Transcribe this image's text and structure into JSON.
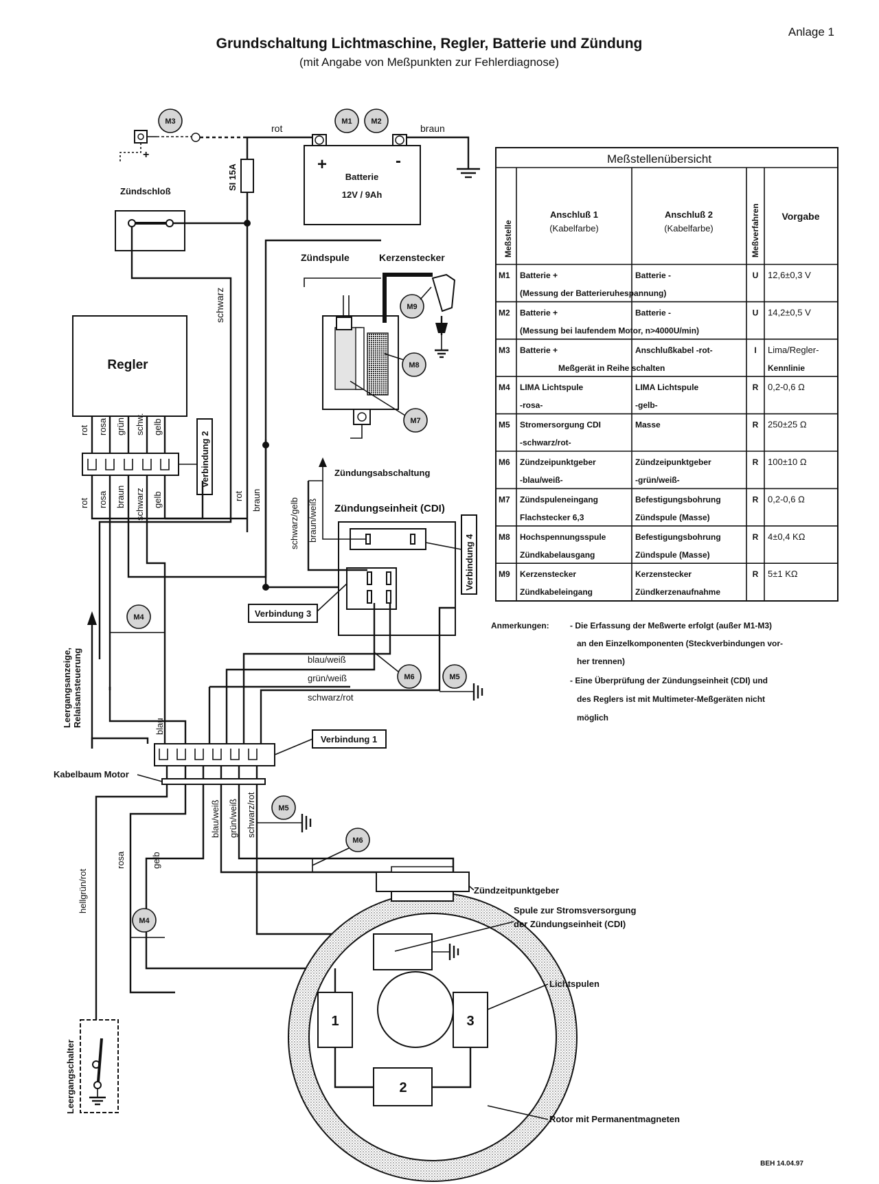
{
  "header": {
    "title": "Grundschaltung Lichtmaschine, Regler, Batterie und Zündung",
    "subtitle": "(mit Angabe von Meßpunkten zur Fehlerdiagnose)",
    "annex": "Anlage 1"
  },
  "components": {
    "battery_plus": "+",
    "battery_minus": "-",
    "battery_name": "Batterie",
    "battery_spec": "12V / 9Ah",
    "fuse": "SI 15A",
    "ignition_lock": "Zündschloß",
    "regulator": "Regler",
    "coil": "Zündspule",
    "plug": "Kerzenstecker",
    "cdi": "Zündungseinheit (CDI)",
    "ignition_off": "Zündungsabschaltung",
    "harness": "Kabelbaum Motor",
    "trigger": "Zündzeitpunktgeber",
    "supply_coil_1": "Spule zur Stromsversorgung",
    "supply_coil_2": "der Zündungseinheit (CDI)",
    "light_coils": "Lichtspulen",
    "rotor": "Rotor mit Permanentmagneten",
    "neutral_switch": "Leergangschalter",
    "neutral_display": "Leergangsanzeige,",
    "relay_control": "Relaisansteuerung",
    "coil_nums": [
      "1",
      "2",
      "3"
    ],
    "ground_plus": "+"
  },
  "connectors": {
    "v1": "Verbindung 1",
    "v2": "Verbindung 2",
    "v3": "Verbindung 3",
    "v4": "Verbindung 4"
  },
  "wires": {
    "rot": "rot",
    "braun": "braun",
    "schwarz": "schwarz",
    "reg_top": [
      "rot",
      "rosa",
      "grün",
      "schw.",
      "gelb"
    ],
    "reg_bottom": [
      "rot",
      "rosa",
      "braun",
      "schwarz",
      "gelb"
    ],
    "schwarz_gelb": "schwarz/gelb",
    "braun_weiss": "braun/weiß",
    "blau_weiss": "blau/weiß",
    "gruen_weiss": "grün/weiß",
    "schwarz_rot": "schwarz/rot",
    "blau": "blau",
    "hellgruen_rot": "hellgrün/rot",
    "rosa": "rosa",
    "gelb": "gelb"
  },
  "measure_points": [
    "M1",
    "M2",
    "M3",
    "M4",
    "M5",
    "M6",
    "M7",
    "M8",
    "M9"
  ],
  "table": {
    "title": "Meßstellenübersicht",
    "headers": {
      "stelle": "Meßstelle",
      "a1": "Anschluß 1",
      "a1_sub": "(Kabelfarbe)",
      "a2": "Anschluß 2",
      "a2_sub": "(Kabelfarbe)",
      "verfahren": "Meßverfahren",
      "vorgabe": "Vorgabe"
    },
    "rows": [
      {
        "id": "M1",
        "a1": "Batterie +",
        "a1b": "",
        "a2": "Batterie -",
        "a2b": "",
        "v": "U",
        "val": "12,6±0,3 V",
        "note": "(Messung der Batterieruhespannung)"
      },
      {
        "id": "M2",
        "a1": "Batterie +",
        "a1b": "",
        "a2": "Batterie -",
        "a2b": "",
        "v": "U",
        "val": "14,2±0,5 V",
        "note": "(Messung bei laufendem Motor, n>4000U/min)"
      },
      {
        "id": "M3",
        "a1": "Batterie +",
        "a1b": "",
        "a2": "Anschlußkabel -rot-",
        "a2b": "",
        "v": "I",
        "val": "Lima/Regler-",
        "val2": "Kennlinie",
        "note": "Meßgerät in Reihe schalten"
      },
      {
        "id": "M4",
        "a1": "LIMA Lichtspule",
        "a1b": "-rosa-",
        "a2": "LIMA Lichtspule",
        "a2b": "-gelb-",
        "v": "R",
        "val": "0,2-0,6 Ω",
        "note": ""
      },
      {
        "id": "M5",
        "a1": "Stromersorgung CDI",
        "a1b": "-schwarz/rot-",
        "a2": "Masse",
        "a2b": "",
        "v": "R",
        "val": "250±25 Ω",
        "note": ""
      },
      {
        "id": "M6",
        "a1": "Zündzeipunktgeber",
        "a1b": "-blau/weiß-",
        "a2": "Zündzeipunktgeber",
        "a2b": "-grün/weiß-",
        "v": "R",
        "val": "100±10 Ω",
        "note": ""
      },
      {
        "id": "M7",
        "a1": "Zündspuleneingang",
        "a1b": "Flachstecker 6,3",
        "a2": "Befestigungsbohrung",
        "a2b": "Zündspule (Masse)",
        "v": "R",
        "val": "0,2-0,6 Ω",
        "note": ""
      },
      {
        "id": "M8",
        "a1": "Hochspennungsspule",
        "a1b": "Zündkabelausgang",
        "a2": "Befestigungsbohrung",
        "a2b": "Zündspule (Masse)",
        "v": "R",
        "val": "4±0,4 KΩ",
        "note": ""
      },
      {
        "id": "M9",
        "a1": "Kerzenstecker",
        "a1b": "Zündkabeleingang",
        "a2": "Kerzenstecker",
        "a2b": "Zündkerzenaufnahme",
        "v": "R",
        "val": "5±1 KΩ",
        "note": ""
      }
    ]
  },
  "notes": {
    "label": "Anmerkungen:",
    "n1a": "- Die Erfassung der Meßwerte erfolgt (außer M1-M3)",
    "n1b": "an den Einzelkomponenten (Steckverbindungen vor-",
    "n1c": "her trennen)",
    "n2a": "- Eine Überprüfung der Zündungseinheit (CDI) und",
    "n2b": "des Reglers ist mit Multimeter-Meßgeräten nicht",
    "n2c": "möglich"
  },
  "footer": {
    "stamp": "BEH 14.04.97"
  }
}
